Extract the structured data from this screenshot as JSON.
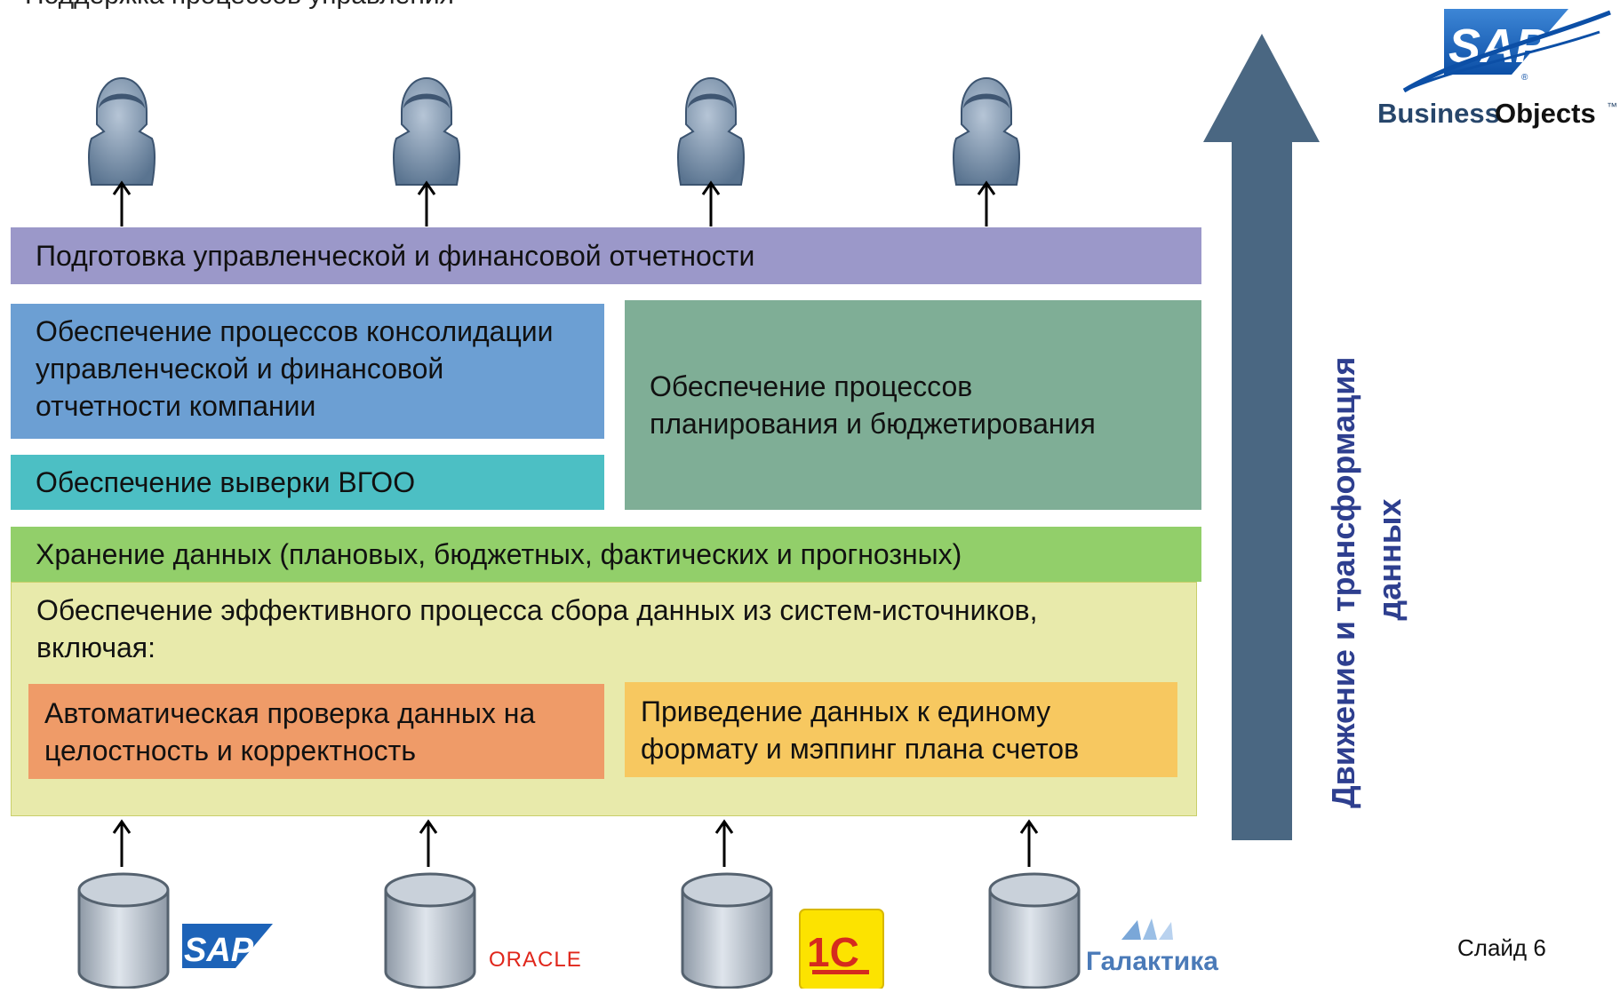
{
  "slide": {
    "cut_top_text": "Поддержка процессов управления",
    "slide_number": "Слайд 6"
  },
  "logo_top": {
    "brand": "SAP",
    "product_a": "Business",
    "product_b": "Objects",
    "tm": "™",
    "reg": "®"
  },
  "layers": {
    "reporting": "Подготовка управленческой и финансовой отчетности",
    "consolidation": "Обеспечение процессов консолидации управленческой и финансовой отчетности компании",
    "planning": "Обеспечение процессов планирования и бюджетирования",
    "reconciliation": "Обеспечение выверки ВГОО",
    "storage": "Хранение данных (плановых, бюджетных, фактических и прогнозных)",
    "collection": "Обеспечение эффективного процесса сбора данных из систем-источников, включая:",
    "validation": "Автоматическая проверка данных на целостность и корректность",
    "mapping": "Приведение данных к единому формату и мэппинг плана счетов"
  },
  "flow_label": {
    "line1": "Движение и трансформация",
    "line2": "данных"
  },
  "sources": [
    {
      "name": "SAP"
    },
    {
      "name": "ORACLE"
    },
    {
      "name": "1С"
    },
    {
      "name": "Галактика"
    }
  ],
  "colors": {
    "reporting": "#9b98c9",
    "consolidation": "#6c9fd3",
    "planning": "#7fae96",
    "reconciliation": "#4cbfc4",
    "storage": "#92cf6a",
    "collection": "#e8eaab",
    "validation": "#ef9b68",
    "mapping": "#f7c860",
    "flow_arrow": "#4a6782",
    "flow_text": "#2e3f8f"
  }
}
